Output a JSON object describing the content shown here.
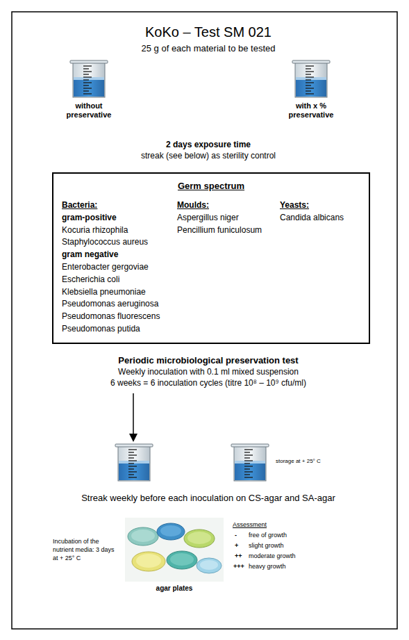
{
  "diagram": {
    "title": "KoKo – Test SM 021",
    "nodes": [
      {
        "text": [
          "Germ spectrum",
          "Bacteria:",
          "gram-positive",
          "Kocuria rhizophila",
          "Staphylococcus aureus",
          "gram negative",
          "Enterobacter gergoviae",
          "Escherichia coli",
          "Klebsiella pneumoniae",
          "Pseudomonas aeruginosa",
          "Pseudomonas fluorescens",
          "Pseudomonas putida",
          "Moulds:",
          "Aspergillus niger",
          "Pencillium funiculosum",
          "Yeasts:",
          "Candida albicans"
        ]
      }
    ],
    "labels": [
      "25 g of each material to be tested",
      "without preservative",
      "with x % preservative",
      "2 days exposure time",
      "streak (see below) as sterility control",
      "Periodic microbiological preservation test",
      "Weekly inoculation with 0.1 ml mixed suspension",
      "6 weeks = 6 inoculation cycles (titre 10⁸ – 10⁹ cfu/ml)",
      "storage at + 25° C",
      "Streak weekly before each inoculation on CS-agar and SA-agar",
      "Incubation of the nutrient media: 3 days at + 25° C",
      "agar plates",
      "Assessment",
      "-",
      "free of growth",
      "+",
      "slight growth",
      "++",
      "moderate growth",
      "+++",
      "heavy growth"
    ]
  }
}
